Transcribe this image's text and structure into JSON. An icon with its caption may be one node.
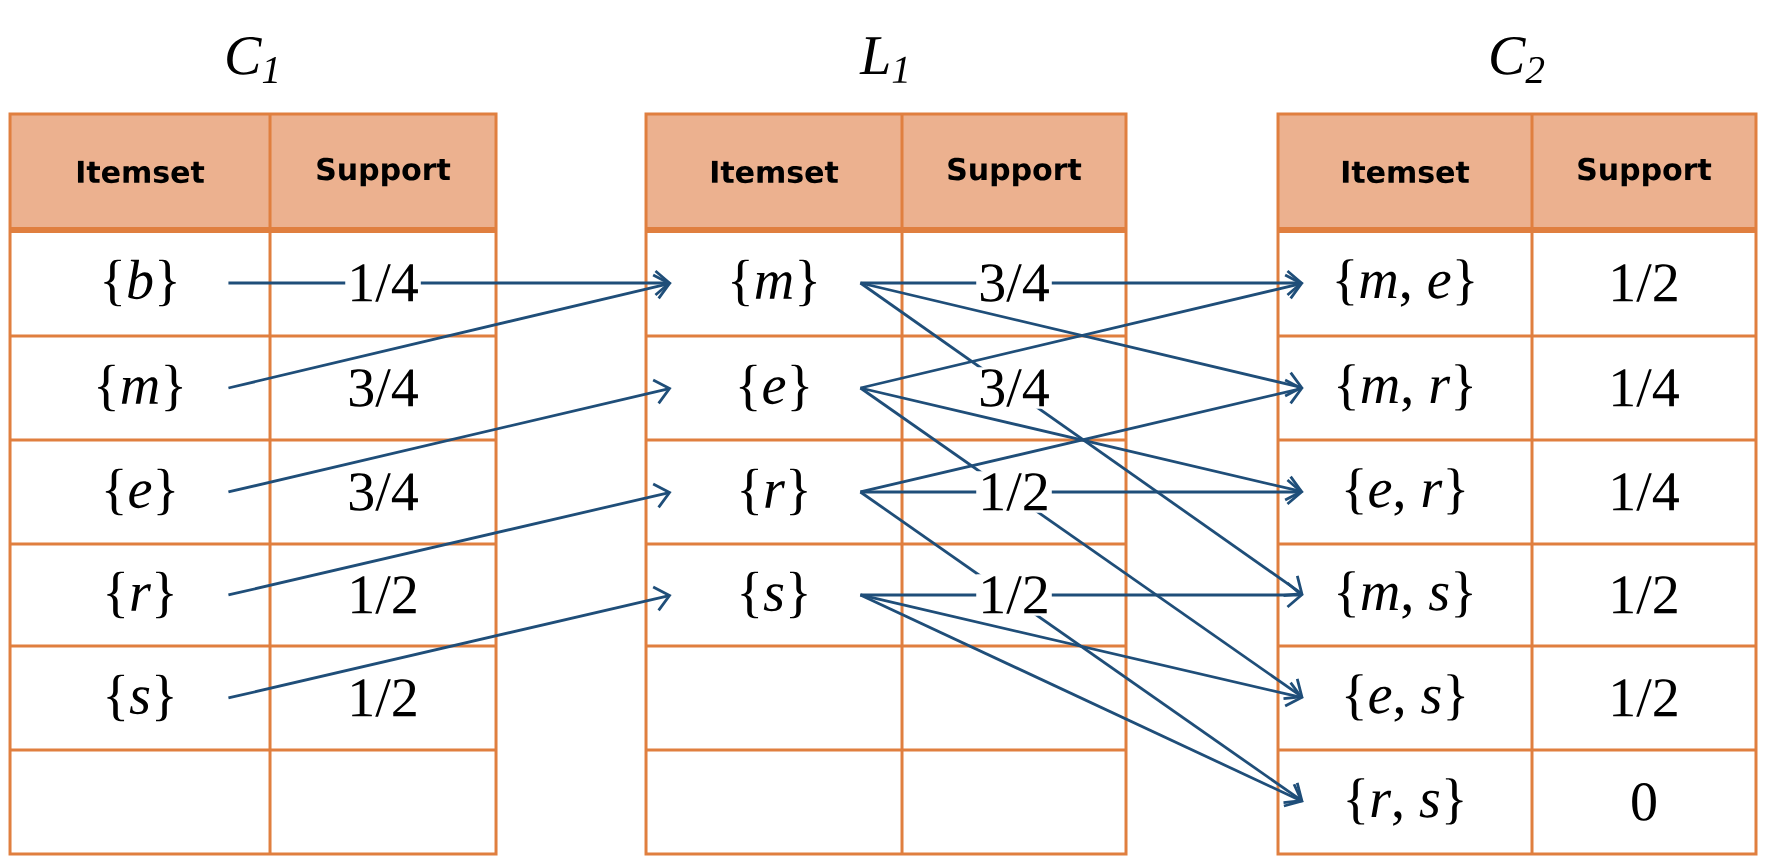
{
  "diagram": {
    "nodes": [
      {
        "text": [
          "C$_{1}$"
        ]
      },
      {
        "text": [
          "{*b*}"
        ],
        "in": 0
      },
      {
        "text": [
          "{*m*}"
        ],
        "in": 0
      },
      {
        "text": [
          "{*e*}"
        ],
        "in": 0
      },
      {
        "text": [
          "{*r*}"
        ],
        "in": 0
      },
      {
        "text": [
          "{*s*}"
        ],
        "in": 0
      },
      {
        "text": [
          "L$_{1}$"
        ]
      },
      {
        "text": [
          "{*m*}"
        ],
        "in": 6
      },
      {
        "text": [
          "{*e*}"
        ],
        "in": 6
      },
      {
        "text": [
          "{*r*}"
        ],
        "in": 6
      },
      {
        "text": [
          "{*s*}"
        ],
        "in": 6
      },
      {
        "text": [
          "C$_{2}$"
        ]
      },
      {
        "text": [
          "{*m*, *e*}"
        ],
        "in": 11
      },
      {
        "text": [
          "{*m*, *r*}"
        ],
        "in": 11
      },
      {
        "text": [
          "{*e*, *r*}"
        ],
        "in": 11
      },
      {
        "text": [
          "{*m*, *s*}"
        ],
        "in": 11
      },
      {
        "text": [
          "{*e*, *s*}"
        ],
        "in": 11
      },
      {
        "text": [
          "{*r*, *s*}"
        ],
        "in": 11
      }
    ],
    "edges": [
      {
        "from": 1,
        "to": 7,
        "arrow": "to"
      },
      {
        "from": 2,
        "to": 7,
        "arrow": "to"
      },
      {
        "from": 3,
        "to": 8,
        "arrow": "to"
      },
      {
        "from": 4,
        "to": 9,
        "arrow": "to"
      },
      {
        "from": 5,
        "to": 10,
        "arrow": "to"
      },
      {
        "from": 7,
        "to": 12,
        "arrow": "to"
      },
      {
        "from": 7,
        "to": 13,
        "arrow": "to"
      },
      {
        "from": 7,
        "to": 15,
        "arrow": "to"
      },
      {
        "from": 8,
        "to": 12,
        "arrow": "to"
      },
      {
        "from": 8,
        "to": 14,
        "arrow": "to"
      },
      {
        "from": 8,
        "to": 16,
        "arrow": "to"
      },
      {
        "from": 9,
        "to": 13,
        "arrow": "to"
      },
      {
        "from": 9,
        "to": 14,
        "arrow": "to"
      },
      {
        "from": 9,
        "to": 17,
        "arrow": "to"
      },
      {
        "from": 10,
        "to": 15,
        "arrow": "to"
      },
      {
        "from": 10,
        "to": 16,
        "arrow": "to"
      },
      {
        "from": 10,
        "to": 17,
        "arrow": "to"
      }
    ],
    "labels": [
      "Itemset",
      "Support",
      "1/4",
      "3/4",
      "3/4",
      "1/2",
      "1/2",
      "Itemset",
      "Support",
      "3/4",
      "3/4",
      "1/2",
      "1/2",
      "Itemset",
      "Support",
      "1/2",
      "1/4",
      "1/4",
      "1/2",
      "1/2",
      "0"
    ]
  }
}
